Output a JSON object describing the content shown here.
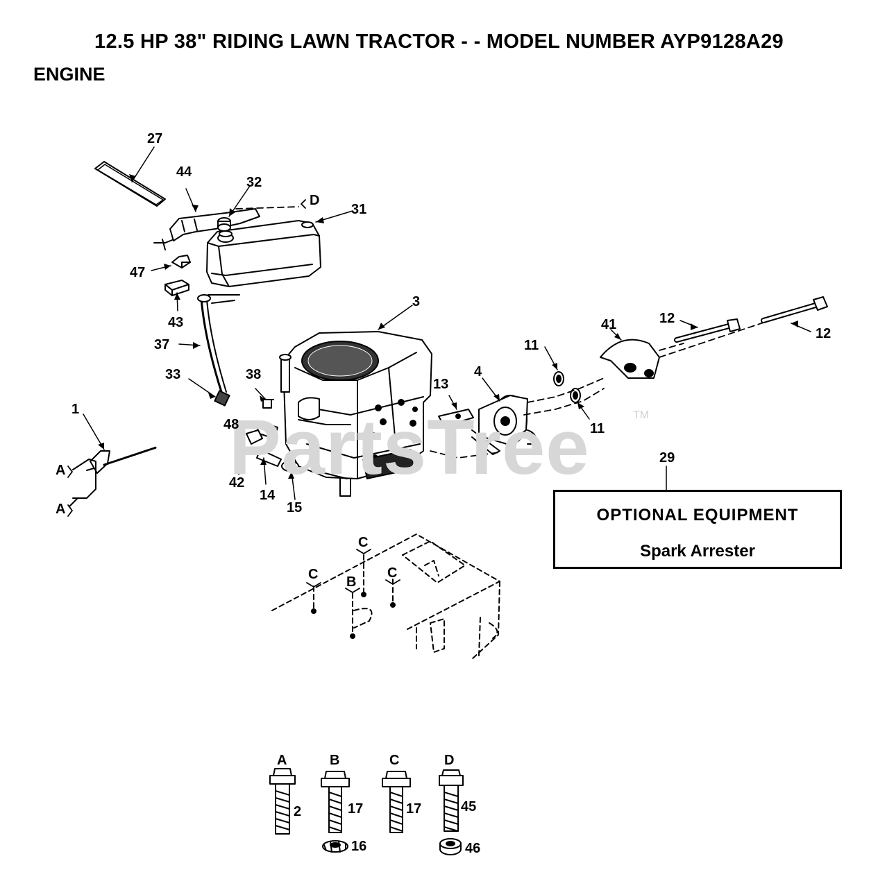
{
  "header": {
    "title": "12.5 HP 38\" RIDING LAWN TRACTOR - - MODEL NUMBER AYP9128A29",
    "section": "ENGINE"
  },
  "watermark": {
    "text": "PartsTree",
    "tm": "TM"
  },
  "optional_equipment": {
    "heading": "OPTIONAL EQUIPMENT",
    "item": "Spark Arrester",
    "callout": "29"
  },
  "callouts": [
    "27",
    "44",
    "32",
    "D",
    "31",
    "47",
    "43",
    "37",
    "33",
    "38",
    "48",
    "42",
    "14",
    "15",
    "1",
    "A",
    "A",
    "3",
    "13",
    "4",
    "11",
    "11",
    "41",
    "12",
    "12",
    "29",
    "C",
    "C",
    "C",
    "B"
  ],
  "fasteners": [
    {
      "letter": "A",
      "part": "2",
      "washer": ""
    },
    {
      "letter": "B",
      "part": "17",
      "washer": "16"
    },
    {
      "letter": "C",
      "part": "17",
      "washer": ""
    },
    {
      "letter": "D",
      "part": "45",
      "washer": "46"
    }
  ]
}
